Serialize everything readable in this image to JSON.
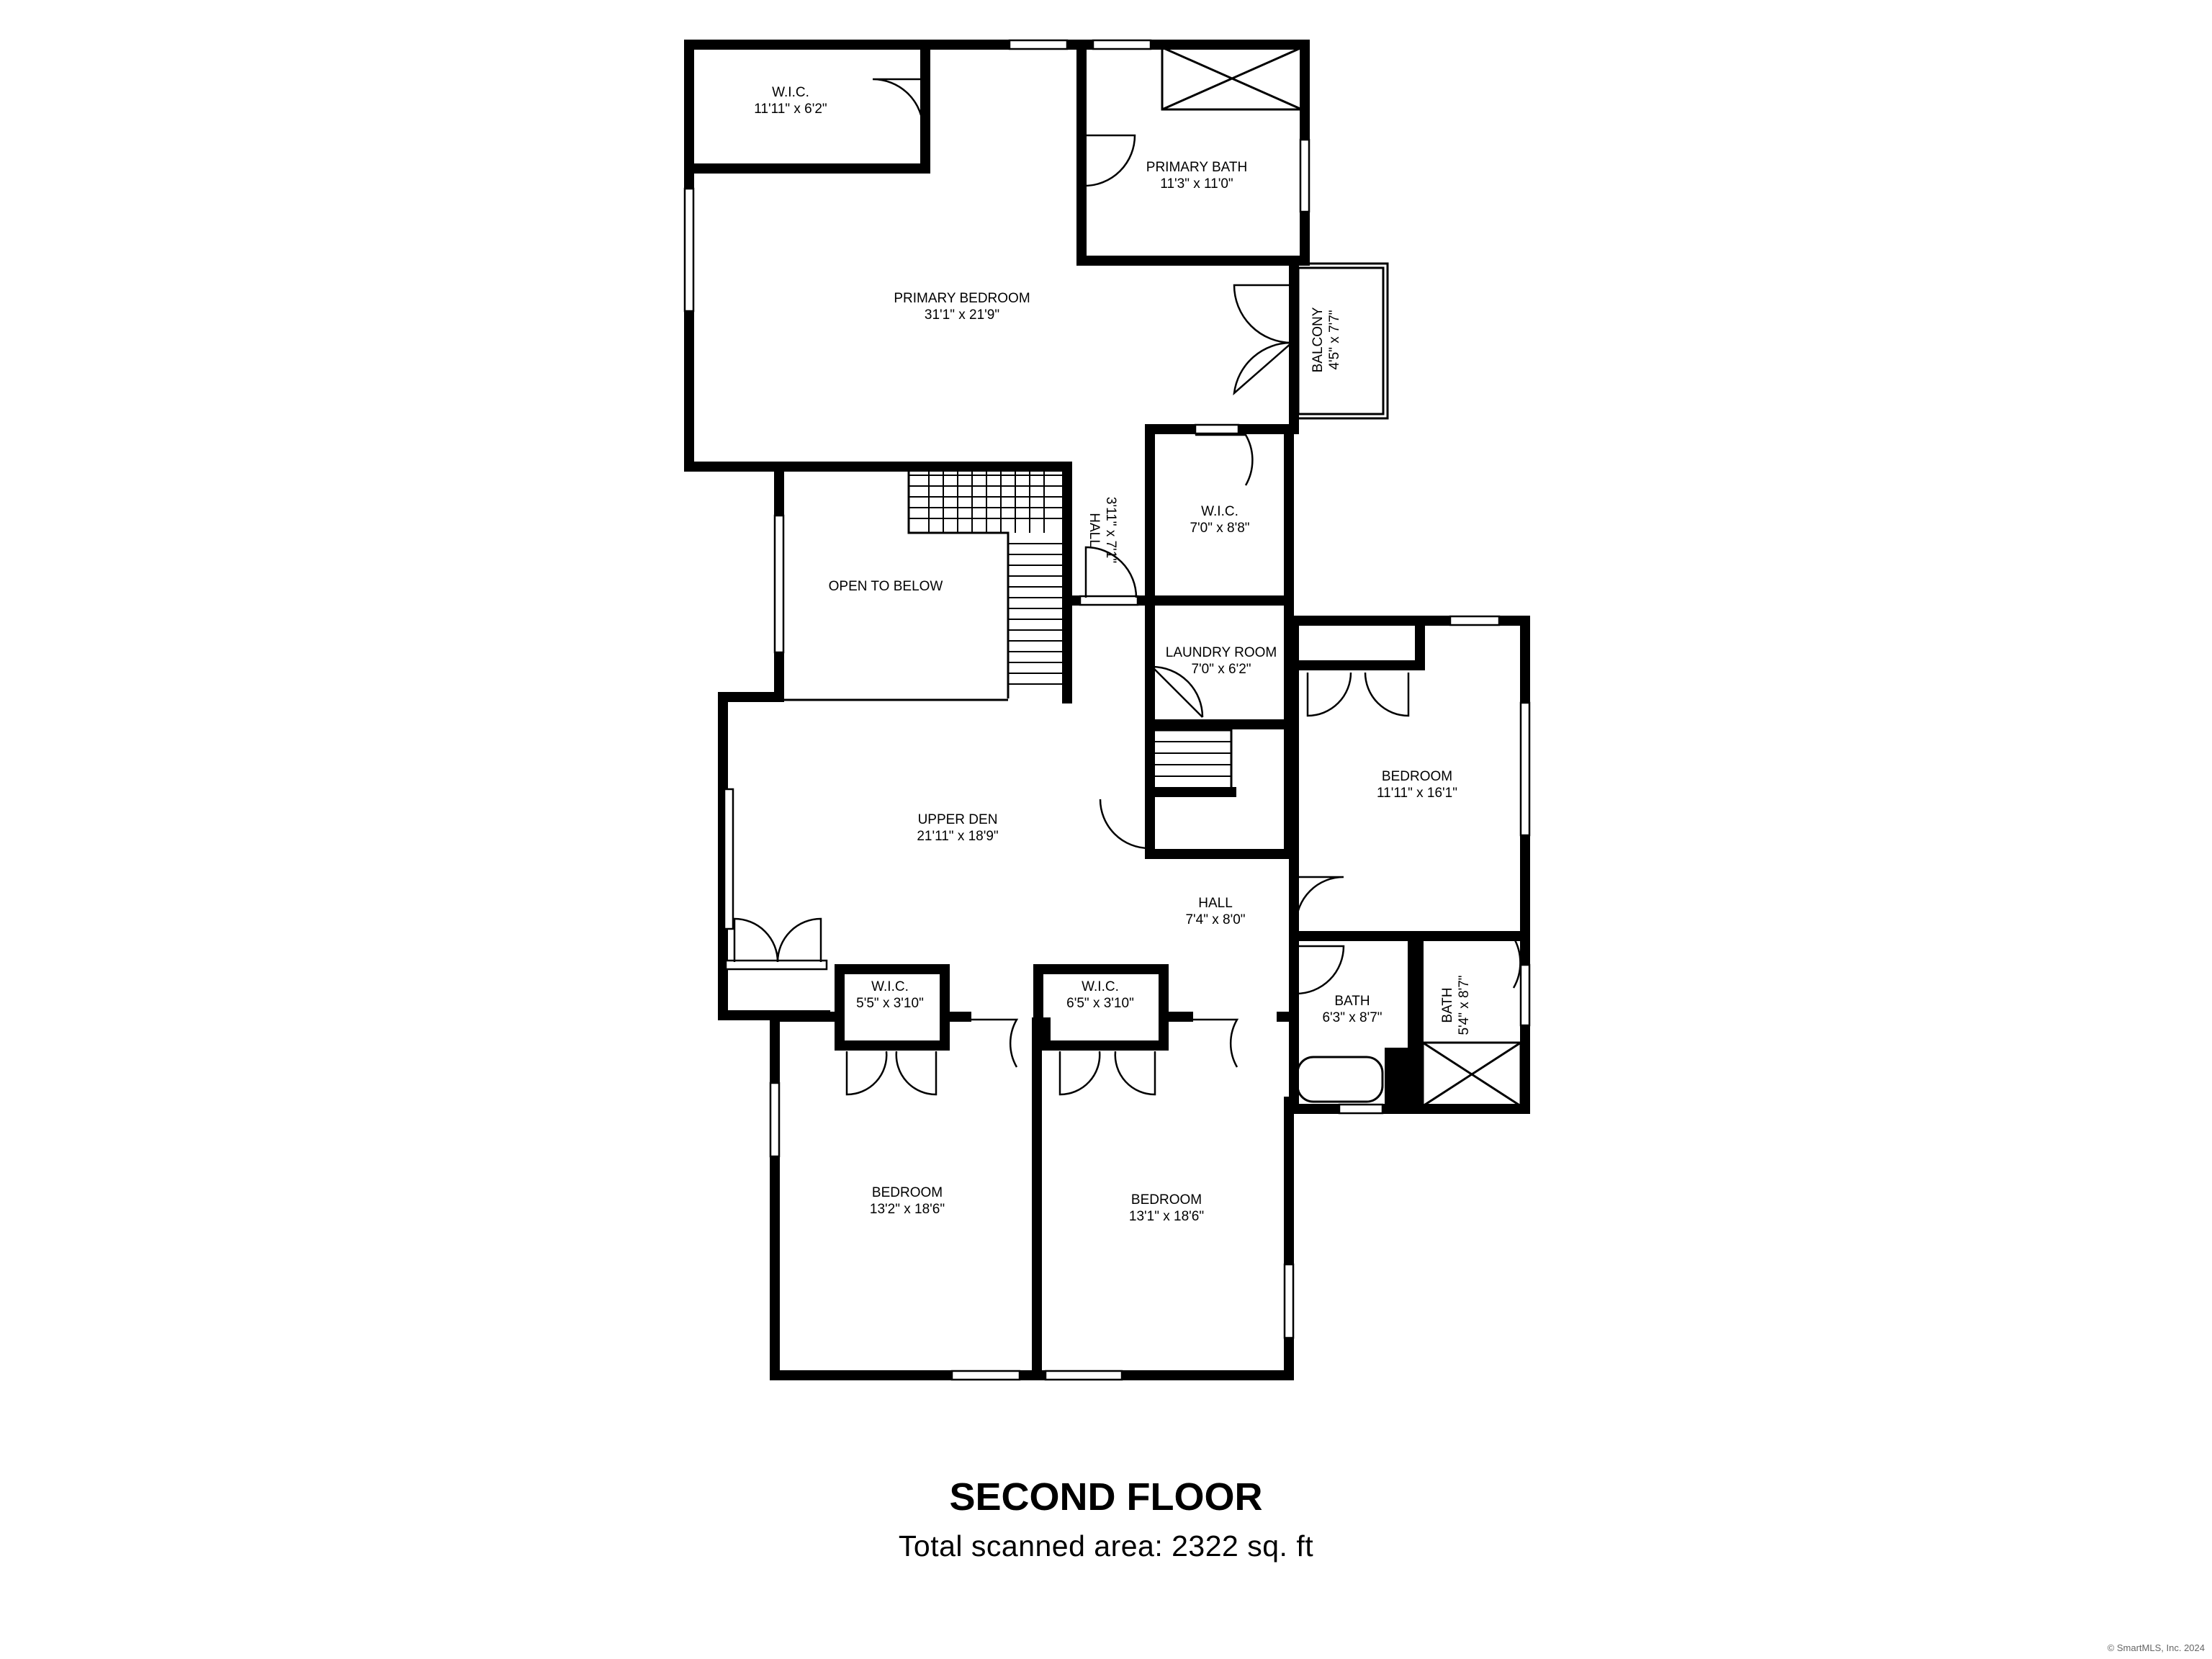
{
  "plan": {
    "title": "SECOND FLOOR",
    "area_text": "Total scanned area: 2322 sq. ft",
    "credit": "© SmartMLS, Inc. 2024"
  },
  "rooms": [
    {
      "key": "wic_top",
      "name": "W.I.C.",
      "dims": "11'11\" x 6'2\""
    },
    {
      "key": "primary_bath",
      "name": "PRIMARY BATH",
      "dims": "11'3\" x 11'0\""
    },
    {
      "key": "primary_bedroom",
      "name": "PRIMARY BEDROOM",
      "dims": "31'1\" x 21'9\""
    },
    {
      "key": "balcony",
      "name": "BALCONY",
      "dims": "4'5\" x 7'7\""
    },
    {
      "key": "hall_upper",
      "name": "HALL",
      "dims": "3'11\" x 7'1\""
    },
    {
      "key": "wic_mid",
      "name": "W.I.C.",
      "dims": "7'0\" x 8'8\""
    },
    {
      "key": "open_below",
      "name": "OPEN TO BELOW",
      "dims": ""
    },
    {
      "key": "laundry",
      "name": "LAUNDRY ROOM",
      "dims": "7'0\" x 6'2\""
    },
    {
      "key": "bedroom_right",
      "name": "BEDROOM",
      "dims": "11'11\" x 16'1\""
    },
    {
      "key": "upper_den",
      "name": "UPPER DEN",
      "dims": "21'11\" x 18'9\""
    },
    {
      "key": "hall_lower",
      "name": "HALL",
      "dims": "7'4\" x 8'0\""
    },
    {
      "key": "wic_left",
      "name": "W.I.C.",
      "dims": "5'5\" x 3'10\""
    },
    {
      "key": "wic_center",
      "name": "W.I.C.",
      "dims": "6'5\" x 3'10\""
    },
    {
      "key": "bath_a",
      "name": "BATH",
      "dims": "6'3\" x 8'7\""
    },
    {
      "key": "bath_b",
      "name": "BATH",
      "dims": "5'4\" x 8'7\""
    },
    {
      "key": "bedroom_left",
      "name": "BEDROOM",
      "dims": "13'2\" x 18'6\""
    },
    {
      "key": "bedroom_center",
      "name": "BEDROOM",
      "dims": "13'1\" x 18'6\""
    }
  ]
}
